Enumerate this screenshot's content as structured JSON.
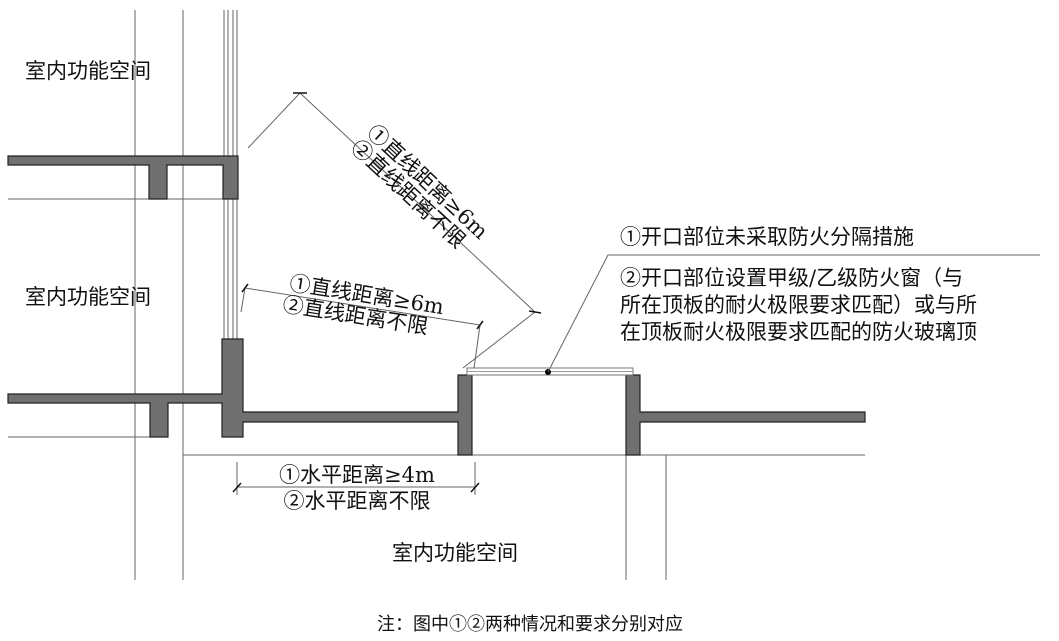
{
  "labels": {
    "space_upper": "室内功能空间",
    "space_middle": "室内功能空间",
    "space_lower": "室内功能空间"
  },
  "dimensions": {
    "diagonal_long": {
      "case1": "①直线距离≥6m",
      "case2": "②直线距离不限"
    },
    "diagonal_short": {
      "case1": "①直线距离≥6m",
      "case2": "②直线距离不限"
    },
    "horizontal": {
      "case1": "①水平距离≥4m",
      "case2": "②水平距离不限"
    }
  },
  "callout": {
    "line1": "①开口部位未采取防火分隔措施",
    "line2": "②开口部位设置甲级/乙级防火窗（与",
    "line3": "所在顶板的耐火极限要求匹配）或与所",
    "line4": "在顶板耐火极限要求匹配的防火玻璃顶"
  },
  "note": "注：图中①②两种情况和要求分别对应",
  "colors": {
    "wall_fill": "#707070",
    "line": "#666666"
  }
}
